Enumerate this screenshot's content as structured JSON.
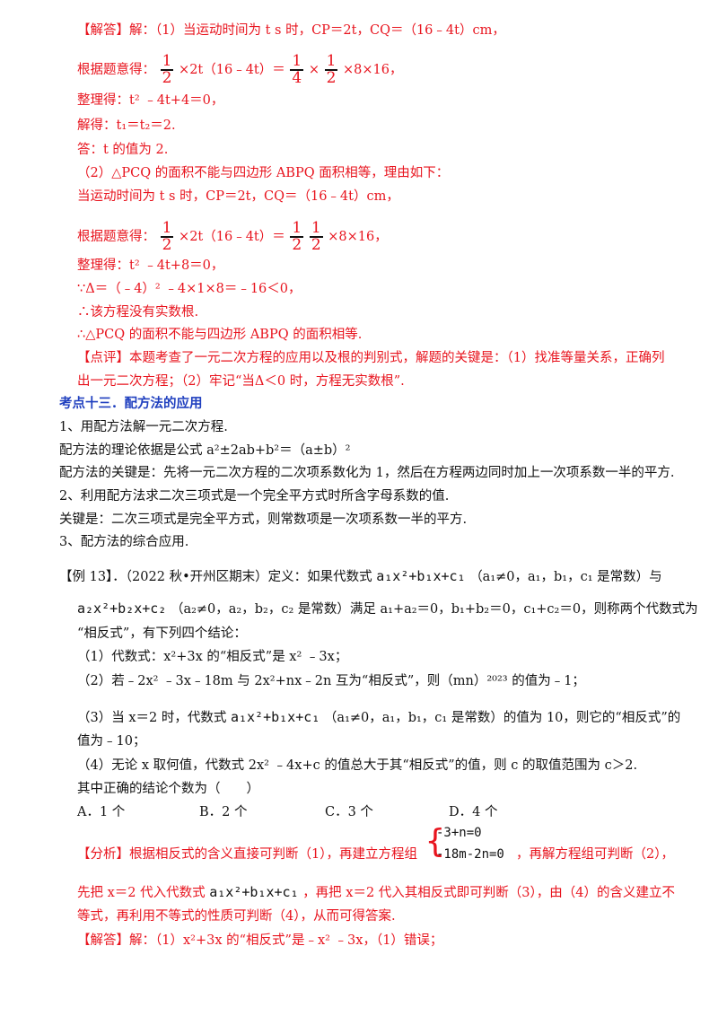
{
  "lines": {
    "l1": "【解答】解：（1）当运动时间为 t s 时，CP＝2t，CQ＝（16﹣4t）cm，",
    "l2_pre": "根据题意得：",
    "l2_mid": "×2t（16﹣4t）＝",
    "l2_post": "×8×16，",
    "l3": "整理得：t² ﹣4t+4＝0，",
    "l4": "解得：t₁＝t₂＝2.",
    "l5": "答：t 的值为 2.",
    "l6": "（2）△PCQ 的面积不能与四边形 ABPQ 面积相等，理由如下：",
    "l7": "当运动时间为 t s 时，CP＝2t，CQ＝（16﹣4t）cm，",
    "l8_pre": "根据题意得：",
    "l8_mid": "×2t（16﹣4t）＝",
    "l8_post": "×8×16，",
    "l9": "整理得：t² ﹣4t+8＝0，",
    "l10": "∵Δ＝（﹣4）² ﹣4×1×8＝﹣16＜0，",
    "l11": "∴该方程没有实数根.",
    "l12": "∴△PCQ 的面积不能与四边形 ABPQ 的面积相等.",
    "l13": "【点评】本题考查了一元二次方程的应用以及根的判别式，解题的关键是：（1）找准等量关系，正确列",
    "l14": "出一元二次方程；（2）牢记“当Δ＜0 时，方程无实数根”.",
    "h1": "考点十三．配方法的应用",
    "p1": "1、用配方法解一元二次方程.",
    "p2": "配方法的理论依据是公式 a²±2ab+b²＝（a±b）²",
    "p3": "配方法的关键是：先将一元二次方程的二次项系数化为 1，然后在方程两边同时加上一次项系数一半的平方.",
    "p4": "2、利用配方法求二次三项式是一个完全平方式时所含字母系数的值.",
    "p5": "关键是：二次三项式是完全平方式，则常数项是一次项系数一半的平方.",
    "p6": "3、配方法的综合应用.",
    "e1_pre": "【例 13】．（2022 秋•开州区期末）定义：如果代数式",
    "e1_poly": "a₁x²+b₁x+c₁",
    "e1_post": "（a₁≠0，a₁，b₁，c₁ 是常数）与",
    "e2_poly": "a₂x²+b₂x+c₂",
    "e2_post": "（a₂≠0，a₂，b₂，c₂ 是常数）满足 a₁+a₂＝0，b₁+b₂＝0，c₁+c₂＝0，则称两个代数式为",
    "e3": "“相反式”，有下列四个结论：",
    "e4": "（1）代数式：x²+3x 的“相反式”是 x² ﹣3x；",
    "e5": "（2）若﹣2x² ﹣3x﹣18m 与 2x²+nx﹣2n 互为“相反式”，则（mn）²⁰²³ 的值为﹣1；",
    "e6_pre": "（3）当 x＝2 时，代数式",
    "e6_poly": "a₁x²+b₁x+c₁",
    "e6_post": "（a₁≠0，a₁，b₁，c₁ 是常数）的值为 10，则它的“相反式”的",
    "e7": "值为﹣10；",
    "e8": "（4）无论 x 取何值，代数式 2x² ﹣4x+c 的值总大于其“相反式”的值，则 c 的取值范围为 c＞2.",
    "e9": "其中正确的结论个数为（　　）",
    "opt_a": "A．1 个",
    "opt_b": "B．2 个",
    "opt_c": "C．3 个",
    "opt_d": "D．4 个",
    "s1_pre": "【分析】根据相反式的含义直接可判断（1），再建立方程组",
    "sys_1": "-3+n=0",
    "sys_2": "-18m-2n=0",
    "s1_post": "，再解方程组可判断（2），",
    "s2_pre": "先把 x＝2 代入代数式",
    "s2_poly": "a₁x²+b₁x+c₁",
    "s2_post": "，再把 x＝2 代入其相反式即可判断（3），由（4）的含义建立不",
    "s3": "等式，再利用不等式的性质可判断（4），从而可得答案.",
    "s4": "【解答】解：（1）x²+3x 的“相反式”是﹣x² ﹣3x，（1）错误；"
  },
  "fractions": {
    "half": {
      "num": "1",
      "den": "2"
    },
    "quarter": {
      "num": "1",
      "den": "4"
    }
  },
  "colors": {
    "answer_red": "#e8141e",
    "heading_blue": "#1f3fbf",
    "text": "#111111"
  }
}
